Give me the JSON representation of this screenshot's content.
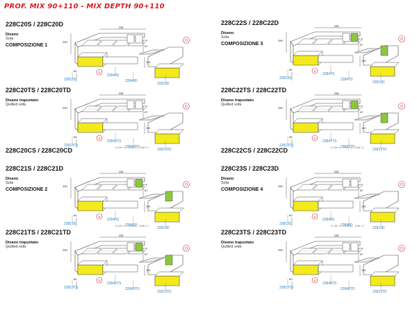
{
  "header": {
    "left": "PROF. MIX 90+110",
    "sep": " - ",
    "right": "MIX DEPTH 90+110"
  },
  "cells": [
    {
      "code": "228C20S  /  228C20D",
      "l1": "Divano",
      "l2": "Sofa",
      "comp": "COMPOSIZIONE 1",
      "w": "228",
      "h": "290",
      "d1": "67",
      "d2": "110",
      "d3": "90",
      "m1": "22813S",
      "m2": "22844S",
      "m3": "22844D",
      "m4": "22813D",
      "fine": "",
      "hasGreen": false,
      "quilted": false
    },
    {
      "code": "228C22S  /  228C22D",
      "l1": "Divano",
      "l2": "Sofa",
      "comp": "COMPOSIZIONE 3",
      "w": "228",
      "h": "290",
      "d1": "67",
      "d2": "110",
      "d3": "90",
      "m1": "22813S",
      "m2": "22847S",
      "m3": "22847D",
      "m4": "22813D",
      "fine": "",
      "hasGreen": true,
      "quilted": false
    },
    {
      "code": "228C20TS  /  228C20TD",
      "l1": "Divano trapuntato",
      "l2": "Quilted sofa",
      "comp": "",
      "w": "228",
      "h": "290",
      "d1": "67",
      "d2": "110",
      "d3": "90",
      "m1": "22813TS",
      "m2": "22844TS",
      "m3": "22844TD",
      "m4": "22813TD",
      "fine": "H 129 ⁵/₈\" - H 26 ³/₈\" - D 86 ⁵/₈\"",
      "hasGreen": false,
      "quilted": true
    },
    {
      "code": "228C22TS  /  228C22TD",
      "l1": "Divano trapuntato",
      "l2": "Quilted sofa",
      "comp": "",
      "w": "228",
      "h": "290",
      "d1": "67",
      "d2": "110",
      "d3": "90",
      "m1": "22813TS",
      "m2": "22847TS",
      "m3": "22847TD",
      "m4": "22813TD",
      "fine": "H 129 ⁵/₈\" - H 26 ³/₈\" - D 86 ⁵/₈\"",
      "hasGreen": true,
      "quilted": true
    },
    {
      "code": "228C21S  /  228C21D",
      "l1": "Divano",
      "l2": "Sofa",
      "comp": "COMPOSIZIONE 2",
      "w": "228",
      "h": "290",
      "d1": "67",
      "d2": "110",
      "d3": "90",
      "m1": "22813S",
      "m2": "22845S",
      "m3": "22845D",
      "m4": "22813D",
      "fine": "H 129 ⁵/₈\" - H 26 ³/₈\" - D 86 ⁵/₈\"",
      "hasGreen": true,
      "quilted": false,
      "pre": "228C20CS  /  228C20CD"
    },
    {
      "code": "228C23S  /  228C23D",
      "l1": "Divano",
      "l2": "Sofa",
      "comp": "COMPOSIZIONE 4",
      "w": "228",
      "h": "290",
      "d1": "67",
      "d2": "110",
      "d3": "90",
      "m1": "22813S",
      "m2": "22848S",
      "m3": "22848D",
      "m4": "22813D",
      "fine": "H 129 ⁵/₈\" - H 26 ³/₈\" - D 86 ⁵/₈\"",
      "hasGreen": false,
      "quilted": false,
      "pre": "228C22CS  /  228C22CD"
    },
    {
      "code": "228C21TS  /  228C21TD",
      "l1": "Divano trapuntato",
      "l2": "Quilted sofa",
      "comp": "",
      "w": "228",
      "h": "290",
      "d1": "67",
      "d2": "110",
      "d3": "90",
      "m1": "22813TS",
      "m2": "22845TS",
      "m3": "22845TD",
      "m4": "22813TD",
      "fine": "",
      "hasGreen": true,
      "quilted": true
    },
    {
      "code": "228C23TS  /  228C23TD",
      "l1": "Divano trapuntato",
      "l2": "Quilted sofa",
      "comp": "",
      "w": "228",
      "h": "290",
      "d1": "67",
      "d2": "110",
      "d3": "90",
      "m1": "22813TS",
      "m2": "22848TS",
      "m3": "22848TD",
      "m4": "22813TD",
      "fine": "",
      "hasGreen": false,
      "quilted": true
    }
  ],
  "markers": {
    "s": "S",
    "d": "D"
  },
  "colors": {
    "yellow": "#f3ea1c",
    "green": "#8cc63f",
    "red": "#d11f2a",
    "blue": "#2f7fc1"
  }
}
